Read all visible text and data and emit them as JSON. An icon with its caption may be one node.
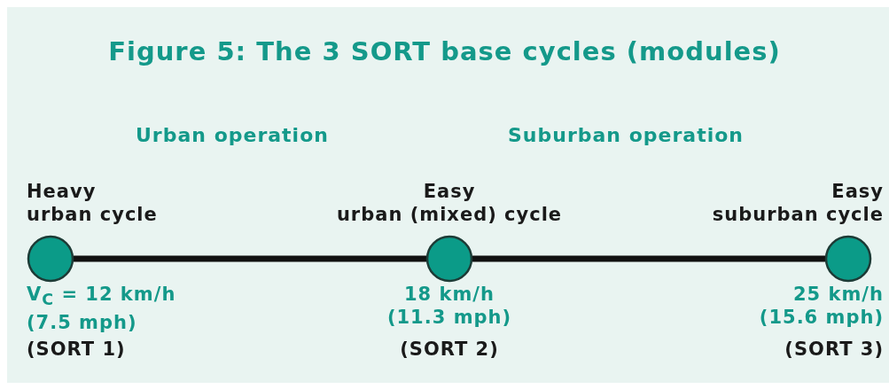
{
  "diagram": {
    "title": "Figure 5: The 3 SORT base cycles (modules)",
    "nodes": [
      {
        "text": [],
        "shape": "circle",
        "beside": [
          "Heavy urban cycle",
          "V$_{C}$ = 12 km/h (7.5 mph)",
          "(SORT 1)"
        ]
      },
      {
        "text": [],
        "shape": "circle",
        "beside": [
          "Easy urban (mixed) cycle",
          "18 km/h (11.3 mph)",
          "(SORT 2)"
        ]
      },
      {
        "text": [],
        "shape": "circle",
        "beside": [
          "Easy suburban cycle",
          "25 km/h (15.6 mph)",
          "(SORT 3)"
        ]
      }
    ],
    "edges": [
      {
        "from": 0,
        "to": 1,
        "arrow": "none"
      },
      {
        "from": 1,
        "to": 2,
        "arrow": "none"
      }
    ],
    "labels": [
      "Urban operation",
      "Suburban operation"
    ]
  }
}
